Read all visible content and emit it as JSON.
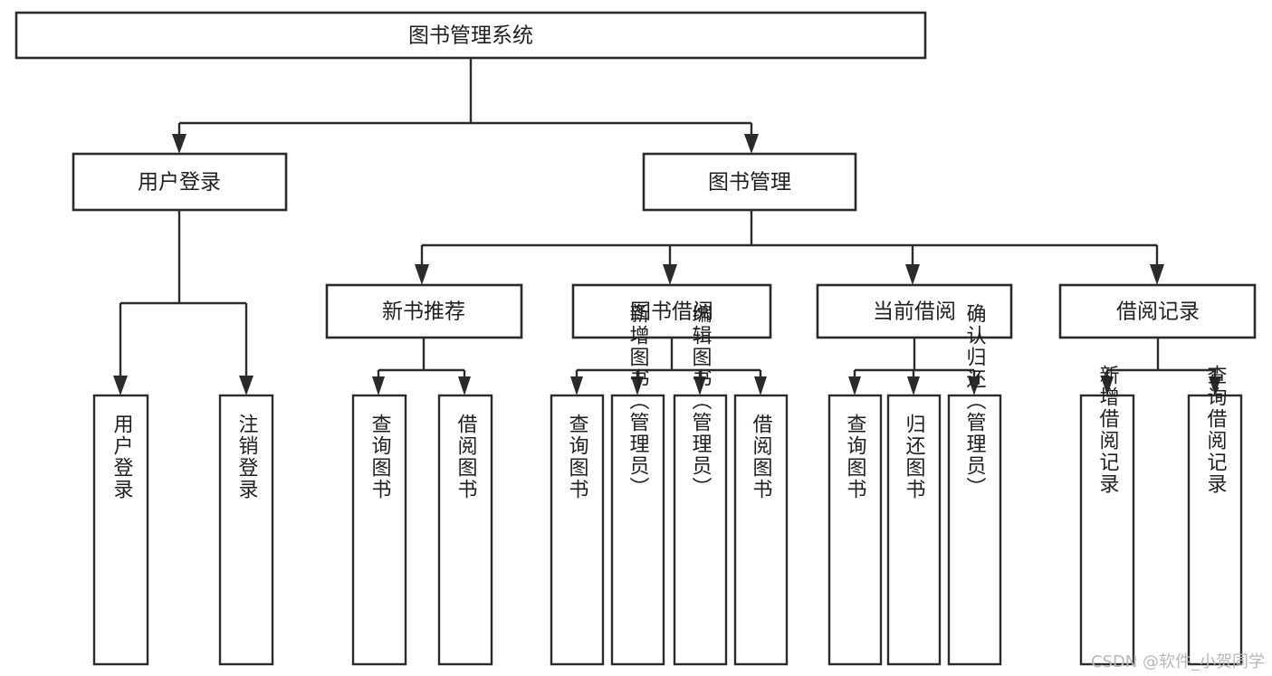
{
  "diagram": {
    "title": "图书管理系统",
    "type": "tree-hierarchy",
    "root": {
      "label": "图书管理系统",
      "id": "root-system"
    },
    "level2": [
      {
        "id": "user-login",
        "label": "用户登录"
      },
      {
        "id": "book-manage",
        "label": "图书管理"
      }
    ],
    "level3": [
      {
        "id": "new-book-recommend",
        "label": "新书推荐",
        "parent": "book-manage"
      },
      {
        "id": "book-borrow",
        "label": "图书借阅",
        "parent": "book-manage"
      },
      {
        "id": "current-borrow",
        "label": "当前借阅",
        "parent": "book-manage"
      },
      {
        "id": "borrow-record",
        "label": "借阅记录",
        "parent": "book-manage"
      }
    ],
    "leaves": [
      {
        "id": "leaf-user-login",
        "label": "用户登录",
        "parent": "user-login"
      },
      {
        "id": "leaf-logout-login",
        "label": "注销登录",
        "parent": "user-login"
      },
      {
        "id": "leaf-query-book-1",
        "label": "查询图书",
        "parent": "new-book-recommend"
      },
      {
        "id": "leaf-borrow-book-1",
        "label": "借阅图书",
        "parent": "new-book-recommend"
      },
      {
        "id": "leaf-query-book-2",
        "label": "查询图书",
        "parent": "book-borrow"
      },
      {
        "id": "leaf-add-book-admin",
        "label": "新增图书（管理员）",
        "parent": "book-borrow"
      },
      {
        "id": "leaf-edit-book-admin",
        "label": "编辑图书（管理员）",
        "parent": "book-borrow"
      },
      {
        "id": "leaf-borrow-book-2",
        "label": "借阅图书",
        "parent": "book-borrow"
      },
      {
        "id": "leaf-query-book-3",
        "label": "查询图书",
        "parent": "current-borrow"
      },
      {
        "id": "leaf-return-book",
        "label": "归还图书",
        "parent": "current-borrow"
      },
      {
        "id": "leaf-confirm-return-admin",
        "label": "确认归还（管理员）",
        "parent": "current-borrow"
      },
      {
        "id": "leaf-add-borrow-record",
        "label": "新增借阅记录",
        "parent": "borrow-record"
      },
      {
        "id": "leaf-query-borrow-record",
        "label": "查询借阅记录",
        "parent": "borrow-record"
      }
    ],
    "watermark": "CSDN @软件_小贺同学",
    "colors": {
      "stroke": "#2b2b2b",
      "fill": "#ffffff",
      "text": "#1f1f1f",
      "watermark": "#b9b9b9"
    }
  }
}
